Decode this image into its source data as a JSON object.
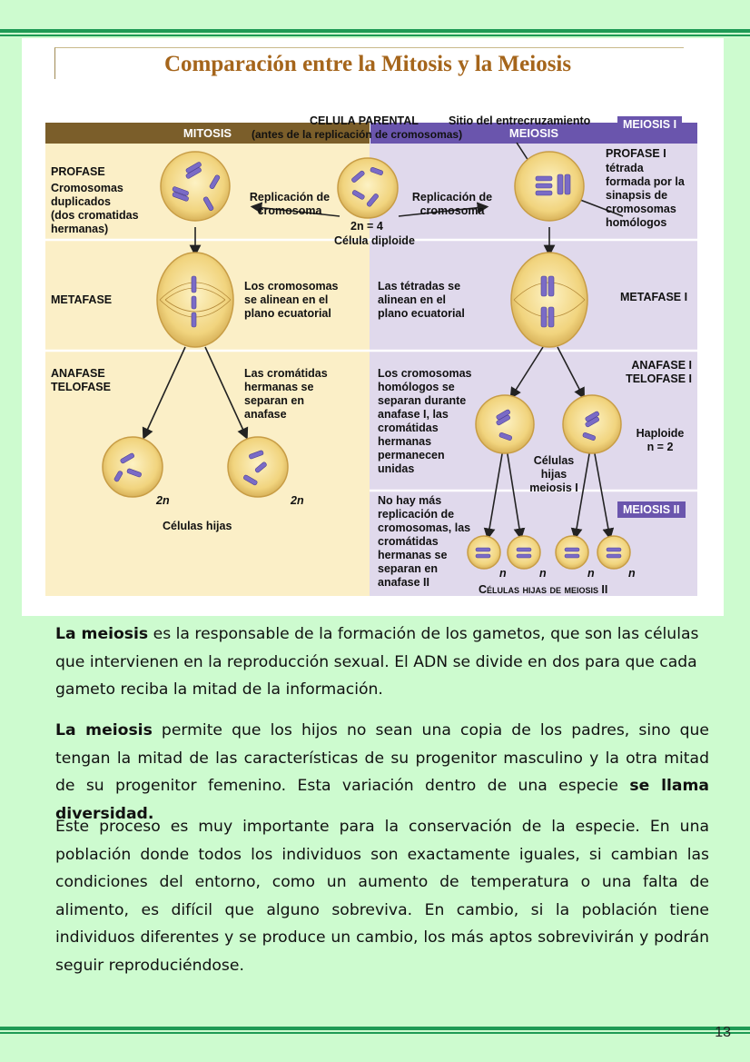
{
  "figure": {
    "title": "Comparación entre la Mitosis y la Meiosis",
    "mitosis_header": "MITOSIS",
    "meiosis_header": "MEIOSIS",
    "parental_title": "CELULA PARENTAL",
    "parental_sub": "(antes de la replicación de cromosomas)",
    "crossover": "Sitio del entrecruzamiento",
    "meiosis1_badge": "MEIOSIS I",
    "meiosis2_badge": "MEIOSIS II",
    "profase_label": "PROFASE",
    "profase_desc": [
      "Cromosomas",
      "duplicados",
      "(dos  cromatidas",
      "hermanas)"
    ],
    "replication_left": [
      "Replicación de",
      "cromosoma"
    ],
    "replication_right": [
      "Replicación de",
      "cromosoma"
    ],
    "diploid_count": "2n = 4",
    "diploid_label": "Célula diploide",
    "profase1_label": "PROFASE I",
    "profase1_desc": [
      "tétrada",
      "formada por la",
      "sinapsis de",
      "cromosomas",
      "homólogos"
    ],
    "metafase_label": "METAFASE",
    "metafase_desc": [
      "Los cromosomas",
      "se alinean en el",
      "plano ecuatorial"
    ],
    "tetrad_desc": [
      "Las tétradas se",
      "alinean en el",
      "plano ecuatorial"
    ],
    "metafase1_label": "METAFASE I",
    "anafase_label": [
      "ANAFASE",
      "TELOFASE"
    ],
    "chromatid_desc": [
      "Las cromátidas",
      "hermanas se",
      "separan en",
      "anafase"
    ],
    "homolog_desc": [
      "Los cromosomas",
      "homólogos se",
      "separan durante",
      "anafase I, las",
      "cromátidas",
      "hermanas",
      "permanecen",
      "unidas"
    ],
    "anafase1_label": [
      "ANAFASE I",
      "TELOFASE I"
    ],
    "haploid_label": [
      "Haploide",
      "n = 2"
    ],
    "meiosis1_cells": [
      "Células",
      "hijas",
      "meiosis I"
    ],
    "mitosis_ploidy_left": "2n",
    "mitosis_ploidy_right": "2n",
    "daughter_cells": "Células hijas",
    "no_replication": [
      "No hay más",
      "replicación de",
      "cromosomas, las",
      "cromátidas",
      "hermanas se",
      "separan en",
      "anafase II"
    ],
    "n_labels": [
      "n",
      "n",
      "n",
      "n"
    ],
    "meiosis2_cells": "Células hijas de meiosis II",
    "colors": {
      "mitosis_bg": "#fbefc7",
      "meiosis_bg": "#e0d9ec",
      "mitosis_header": "#7b5e2a",
      "meiosis_header": "#6a55ad",
      "cell_fill": "#f3d98a",
      "chromosome": "#7a6bc6"
    }
  },
  "paragraphs": [
    {
      "lead": "La meiosis",
      "text": " es la responsable de la formación de los gametos, que son las células que intervienen en la reproducción sexual. El ADN se divide en dos para que cada gameto reciba la mitad de la información."
    },
    {
      "lead": "La meiosis",
      "text": " permite que los hijos no sean una copia de los padres, sino que tengan la mitad de las características de su progenitor masculino y la otra mitad de su progenitor femenino. Esta variación dentro de una especie ",
      "tail": "se llama diversidad."
    },
    {
      "text": "Este proceso es muy importante para la conservación de la especie. En una población donde todos los individuos son exactamente iguales, si cambian las condiciones del entorno, como un aumento de temperatura o una falta de alimento, es difícil que alguno sobreviva. En cambio, si la población tiene individuos diferentes y se produce un cambio, los más aptos sobrevivirán y podrán seguir reproduciéndose."
    }
  ],
  "page_number": "13"
}
